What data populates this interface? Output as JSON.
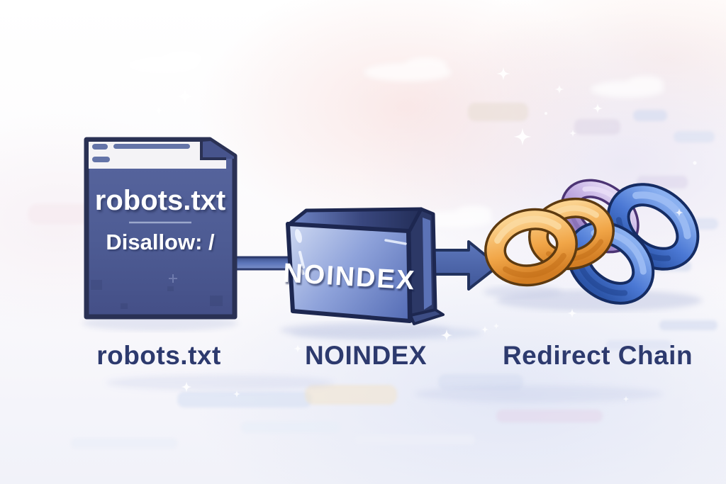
{
  "illustration_type": "seo-issues-flow-diagram",
  "document": {
    "filename": "robots.txt",
    "rule": "Disallow: /"
  },
  "noindex": {
    "label": "NOINDEX"
  },
  "labels": {
    "robots": "robots.txt",
    "noindex": "NOINDEX",
    "redirect": "Redirect Chain"
  },
  "icons": {
    "document": "robots-txt-file-icon",
    "box": "noindex-tag-icon",
    "chain": "redirect-chain-icon",
    "arrow": "flow-arrow-icon",
    "sparkle": "sparkle-icon",
    "cloud": "cloud-icon"
  },
  "colors": {
    "document_body": "#4e5c93",
    "document_outline": "#2a3154",
    "document_header": "#f4f3f6",
    "box_front_light": "#ccd7f1",
    "box_front_dark": "#5068b2",
    "box_outline": "#1d2750",
    "arrow_fill": "#4d68b2",
    "link_orange": "#f1a648",
    "link_purple": "#bba4de",
    "link_blue": "#4b78d4",
    "caption_text": "#2d3a6e",
    "file_text": "#ffffff",
    "background_base": "#ffffff"
  }
}
